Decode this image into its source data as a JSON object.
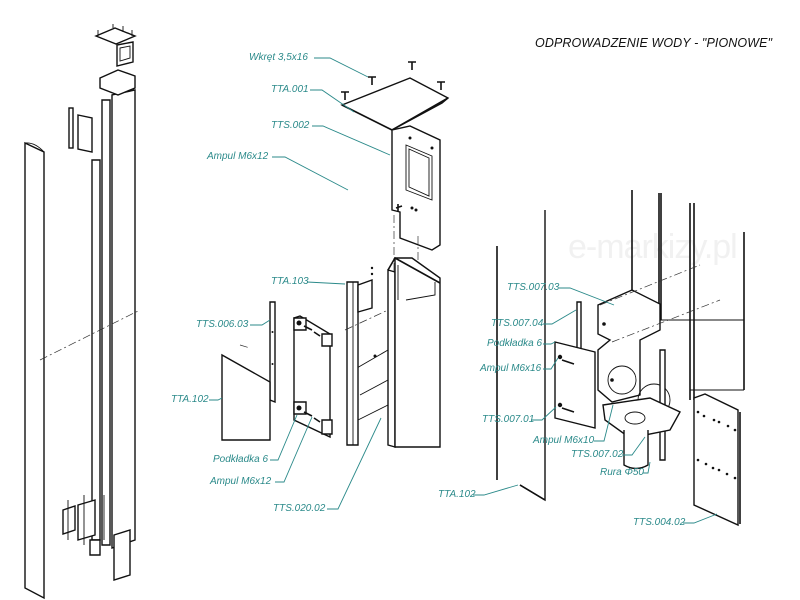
{
  "title": "ODPROWADZENIE WODY - \"PIONOWE\"",
  "watermark": "e-markizy.pl",
  "colors": {
    "label": "#2b8a8a",
    "line": "#111111",
    "background": "#ffffff"
  },
  "labels": {
    "wkret": "Wkręt 3,5x16",
    "tta001": "TTA.001",
    "tts002": "TTS.002",
    "ampul_top": "Ampul M6x12",
    "tta103": "TTA.103",
    "tts00603": "TTS.006.03",
    "tta102_left": "TTA.102",
    "podkladka_left": "Podkładka 6",
    "ampul_bottom": "Ampul M6x12",
    "tts02002": "TTS.020.02",
    "tts00703": "TTS.007.03",
    "tts00704": "TTS.007.04",
    "podkladka_right": "Podkładka 6",
    "ampul_m6x16": "Ampul M6x16",
    "tts00701": "TTS.007.01",
    "ampul_m6x10": "Ampul M6x10",
    "tts00702": "TTS.007.02",
    "rura": "Rura Φ50",
    "tta102_right": "TTA.102",
    "tts00402": "TTS.004.02"
  }
}
